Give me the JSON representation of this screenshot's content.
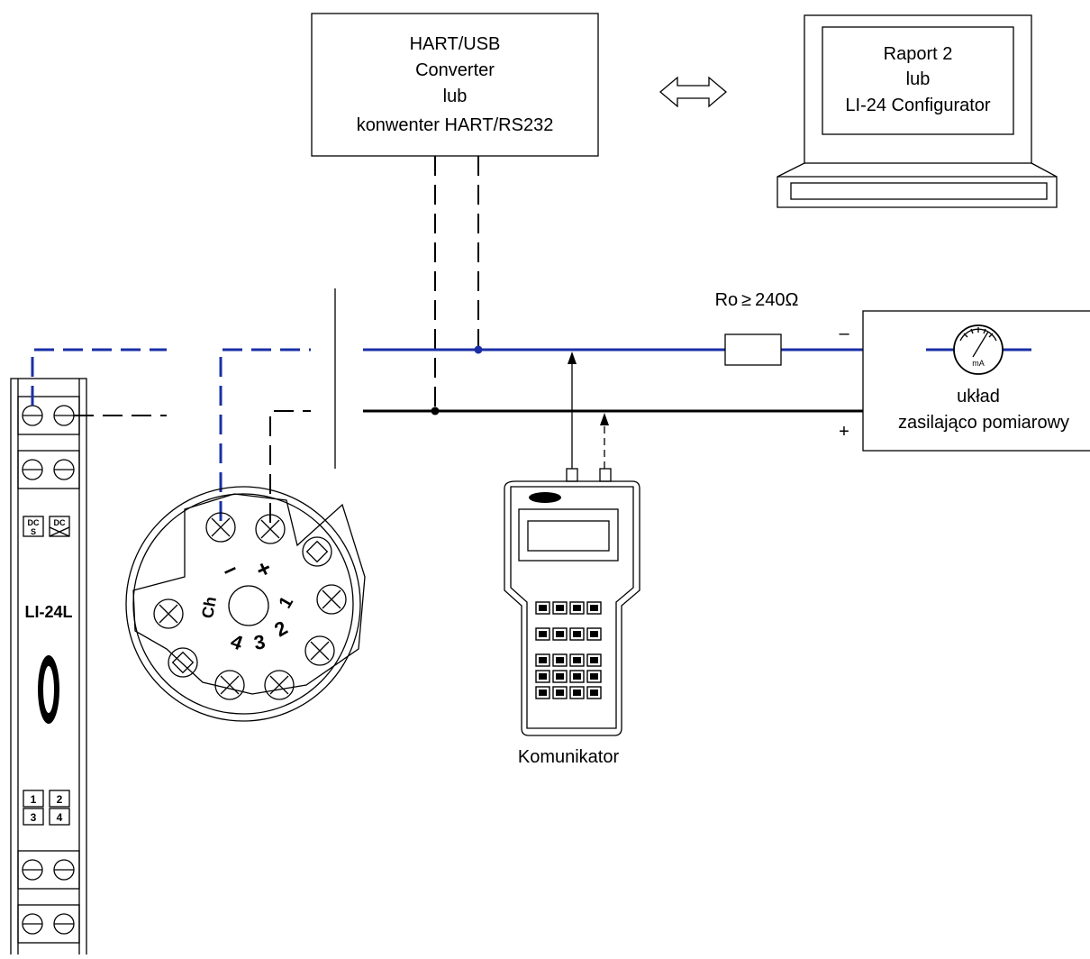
{
  "converter": {
    "line1": "HART/USB",
    "line2": "Converter",
    "line3": "lub",
    "line4": "konwenter HART/RS232"
  },
  "laptop": {
    "line1": "Raport 2",
    "line2": "lub",
    "line3": "LI-24 Configurator"
  },
  "resistor_label": "Ro ≥ 240Ω",
  "power_unit": {
    "line1": "układ",
    "line2": "zasilająco pomiarowy",
    "minus": "–",
    "plus": "+",
    "meter_unit": "mA"
  },
  "communicator_label": "Komunikator",
  "din_module": {
    "name": "LI-24L",
    "dc1": "DC",
    "dc1_sub": "S",
    "dc2": "DC",
    "terminals": [
      "1",
      "2",
      "3",
      "4"
    ]
  },
  "head_transmitter": {
    "minus": "–",
    "plus": "+",
    "ch": "Ch",
    "pins": [
      "1",
      "2",
      "3",
      "4"
    ]
  },
  "colors": {
    "loop_wire": "#1a2fa6",
    "return_wire": "#000000"
  }
}
